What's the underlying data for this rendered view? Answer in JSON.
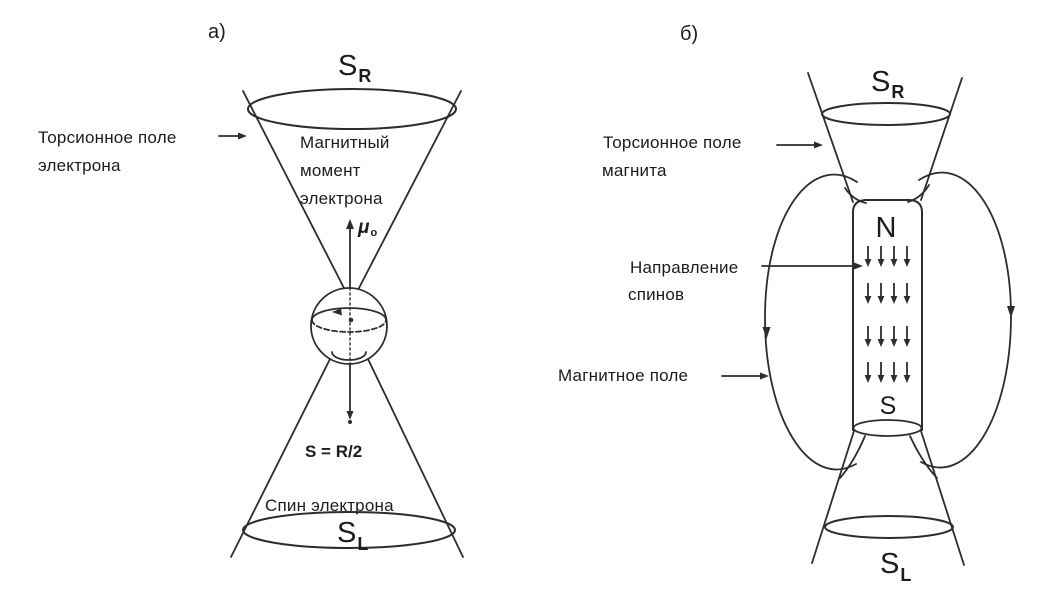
{
  "figure": {
    "background": "#ffffff",
    "ink_color": "#2d2d2d",
    "panel_a": {
      "tag": "а)",
      "top_cone_label": {
        "main": "S",
        "sub": "R"
      },
      "bottom_cone_label": {
        "main": "S",
        "sub": "L"
      },
      "torsion_field_label_line1": "Торсионное поле",
      "torsion_field_label_line2": "электрона",
      "magnetic_moment_line1": "Магнитный",
      "magnetic_moment_line2": "момент",
      "magnetic_moment_line3": "электрона",
      "mu_symbol": "μ",
      "mu_subscript": "o",
      "spin_formula": "S = R/2",
      "electron_spin_label": "Спин электрона"
    },
    "panel_b": {
      "tag": "б)",
      "top_cone_label": {
        "main": "S",
        "sub": "R"
      },
      "bottom_cone_label": {
        "main": "S",
        "sub": "L"
      },
      "torsion_field_label_line1": "Торсионное поле",
      "torsion_field_label_line2": "магнита",
      "spin_direction_label_line1": "Направление",
      "spin_direction_label_line2": "спинов",
      "magnetic_field_label": "Магнитное поле",
      "north_pole": "N",
      "south_pole": "S"
    }
  }
}
